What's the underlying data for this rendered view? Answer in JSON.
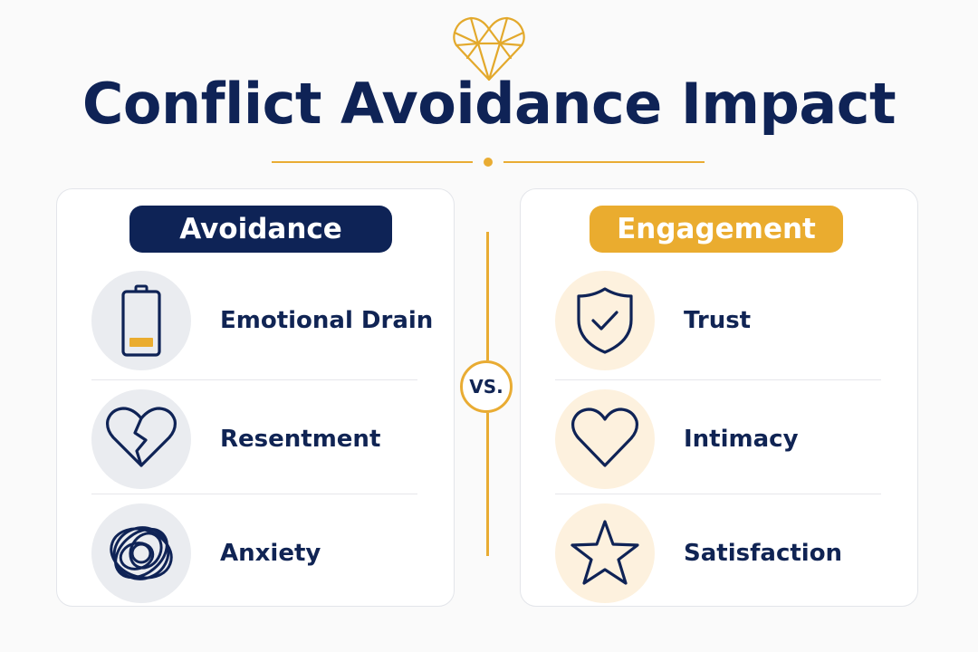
{
  "title": "Conflict Avoidance Impact",
  "vs_label": "VS.",
  "colors": {
    "navy": "#0e2356",
    "gold": "#eaac2f",
    "left_icon_bg": "#eaecf0",
    "right_icon_bg": "#fdf1de"
  },
  "left": {
    "header": "Avoidance",
    "items": [
      {
        "label": "Emotional Drain",
        "icon": "battery-low-icon"
      },
      {
        "label": "Resentment",
        "icon": "broken-heart-icon"
      },
      {
        "label": "Anxiety",
        "icon": "tangled-knot-icon"
      }
    ]
  },
  "right": {
    "header": "Engagement",
    "items": [
      {
        "label": "Trust",
        "icon": "shield-check-icon"
      },
      {
        "label": "Intimacy",
        "icon": "heart-icon"
      },
      {
        "label": "Satisfaction",
        "icon": "star-icon"
      }
    ]
  }
}
